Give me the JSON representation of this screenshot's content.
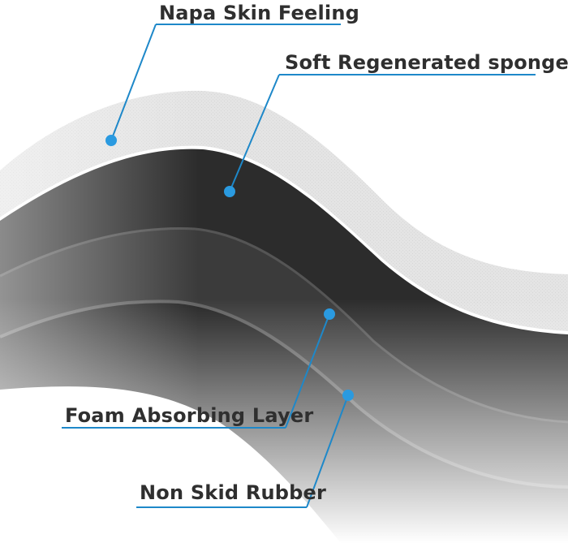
{
  "labels": {
    "napa": "Napa Skin Feeling",
    "soft": "Soft Regenerated sponge",
    "foam": "Foam Absorbing Layer",
    "rubber": "Non Skid Rubber"
  },
  "colors": {
    "leader": "#1e88c9",
    "dot": "#2a9ae0",
    "top_layer": "#e6e6e6",
    "sponge_layer": "#2b2b2b",
    "foam_layer": "#3a3a3a",
    "rubber_layer": "#262626",
    "edge": "#5a5a5a"
  }
}
